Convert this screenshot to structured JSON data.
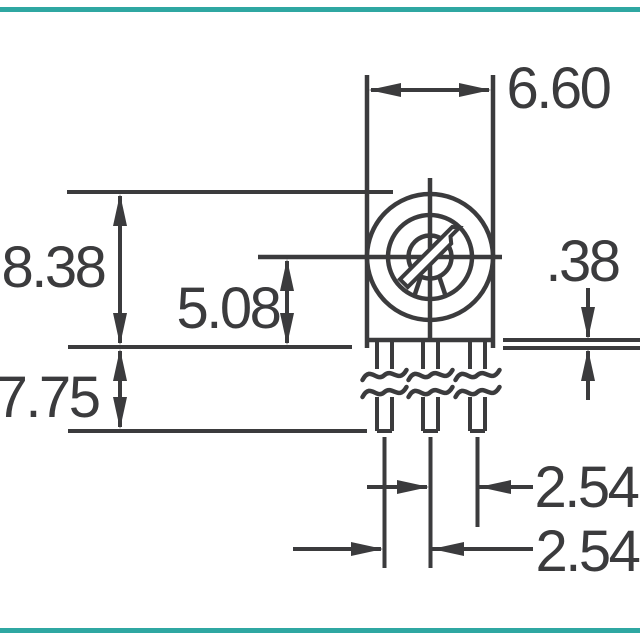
{
  "page": {
    "background_color": "#FFFFFF"
  },
  "accents": {
    "top_bar_color": "#2FA7A2",
    "bottom_bar_color": "#2FA7A2"
  },
  "drawing": {
    "component": "trimmer-potentiometer-top-view-with-pins",
    "line_color": "#3B3B3D",
    "labels": {
      "body_width": "6.60",
      "overall_height": "8.38",
      "center_to_seating_plane": "5.08",
      "standoff_height": ".38",
      "pin_length": "7.75",
      "pin_pitch_right": "2.54",
      "pin_pitch_left": "2.54"
    }
  }
}
